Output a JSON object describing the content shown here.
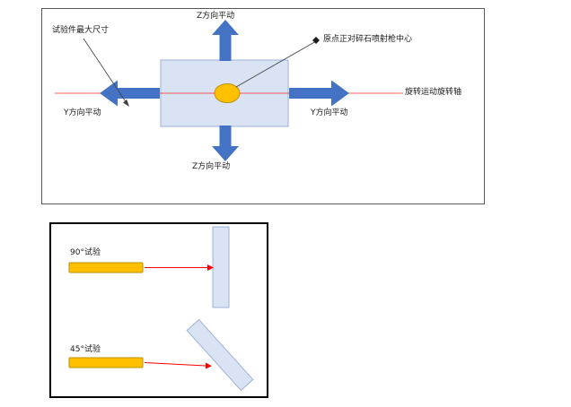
{
  "top_panel": {
    "label_z_up": "Z方向平动",
    "label_z_down": "Z方向平动",
    "label_y_left": "Y方向平动",
    "label_y_right": "Y方向平动",
    "label_max_size": "试验件最大尺寸",
    "label_origin": "原点正对碎石喷射枪中心",
    "label_rotation_axis": "旋转运动旋转轴"
  },
  "bottom_panel": {
    "label_90_test": "90°试验",
    "label_45_test": "45°试验"
  },
  "colors": {
    "arrow_blue": "#4472C4",
    "plate_fill": "#DAE3F3",
    "plate_border": "#9DB2D9",
    "nozzle_fill": "#FFC000",
    "nozzle_border": "#BF9000",
    "axis_red": "#FF0000",
    "panel_border": "#595959"
  }
}
